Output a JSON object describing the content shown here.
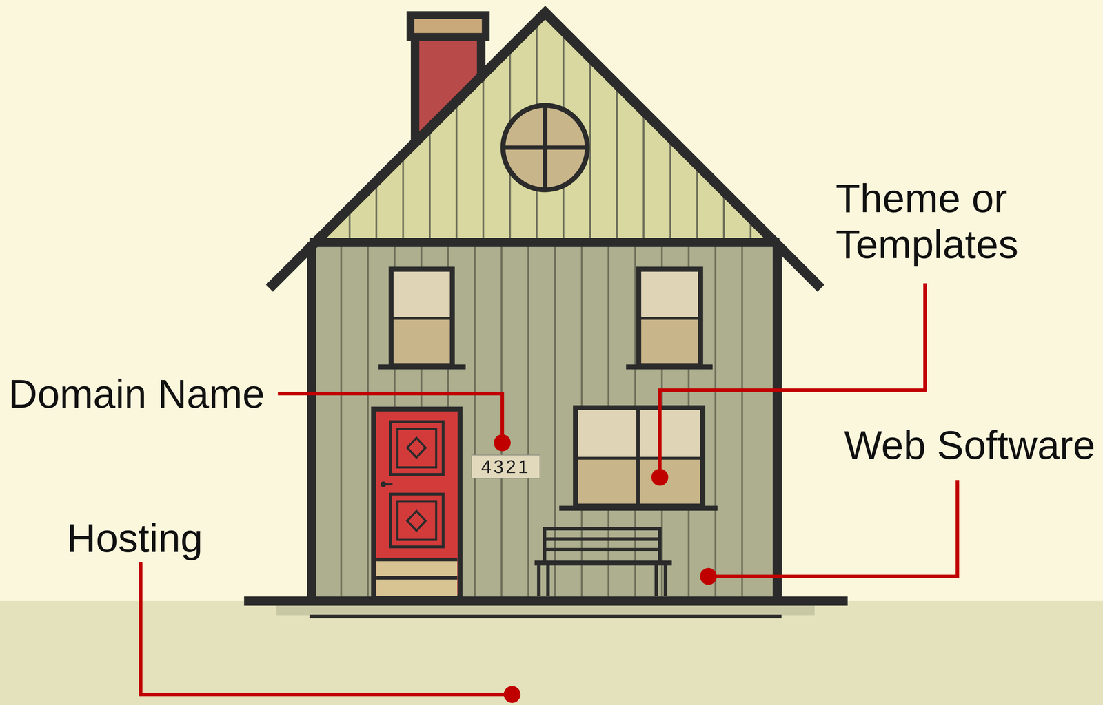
{
  "diagram": {
    "nodes": [
      {
        "text": [
          "4321"
        ]
      }
    ],
    "labels": [
      "Theme or Templates",
      "Domain Name",
      "Web Software",
      "Hosting"
    ]
  }
}
